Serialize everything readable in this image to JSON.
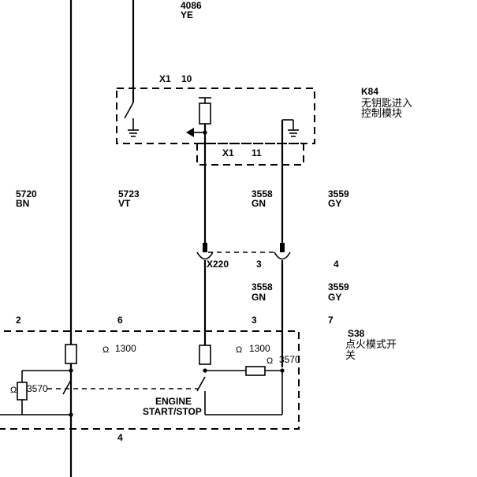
{
  "wires": {
    "top": {
      "id": "4086",
      "color": "YE"
    },
    "w5720": {
      "id": "5720",
      "color": "BN"
    },
    "w5723": {
      "id": "5723",
      "color": "VT"
    },
    "w3558_upper": {
      "id": "3558",
      "color": "GN"
    },
    "w3559_upper": {
      "id": "3559",
      "color": "GY"
    },
    "w3558_lower": {
      "id": "3558",
      "color": "GN"
    },
    "w3559_lower": {
      "id": "3559",
      "color": "GY"
    }
  },
  "module_k84": {
    "ref": "K84",
    "name_line1": "无钥匙进入",
    "name_line2": "控制模块",
    "connector_a": {
      "name": "X1",
      "pin": "10"
    },
    "connector_b": {
      "name": "X1",
      "pin": "11"
    }
  },
  "inline_connector": {
    "name": "X220",
    "pin_left": "3",
    "pin_right": "4"
  },
  "switch_s38": {
    "ref": "S38",
    "name_line1": "点火模式开",
    "name_line2": "关",
    "pins": {
      "p2": "2",
      "p6": "6",
      "p3": "3",
      "p7": "7",
      "p4": "4"
    },
    "resistors": {
      "r1": {
        "symbol": "Ω",
        "value": "1300"
      },
      "r2": {
        "symbol": "Ω",
        "value": "1300"
      },
      "r3": {
        "symbol": "Ω",
        "value": "3570"
      },
      "r4": {
        "symbol": "Ω",
        "value": "3570"
      }
    },
    "button_line1": "ENGINE",
    "button_line2": "START/STOP"
  }
}
